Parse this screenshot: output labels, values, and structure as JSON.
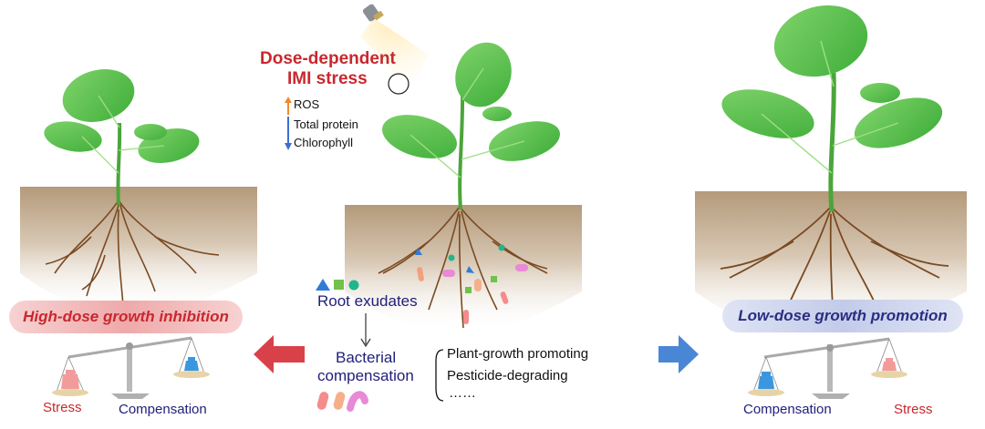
{
  "stress_title": {
    "line1": "Dose-dependent",
    "line2": "IMI stress"
  },
  "indicators": {
    "ros": "ROS",
    "total_protein": "Total protein",
    "chlorophyll": "Chlorophyll"
  },
  "root_exudates_label": "Root exudates",
  "bacterial_compensation": {
    "line1": "Bacterial",
    "line2": "compensation"
  },
  "functions": {
    "item1": "Plant-growth promoting",
    "item2": "Pesticide-degrading",
    "item3": "……"
  },
  "left_panel": {
    "banner": "High-dose growth inhibition",
    "stress_label": "Stress",
    "compensation_label": "Compensation"
  },
  "right_panel": {
    "banner": "Low-dose growth promotion",
    "stress_label": "Stress",
    "compensation_label": "Compensation"
  },
  "colors": {
    "red": "#c8282e",
    "navy": "#22207a",
    "leaf": "#5cc44e",
    "arrow_red": "#d9414a",
    "arrow_blue": "#4a86d6"
  }
}
